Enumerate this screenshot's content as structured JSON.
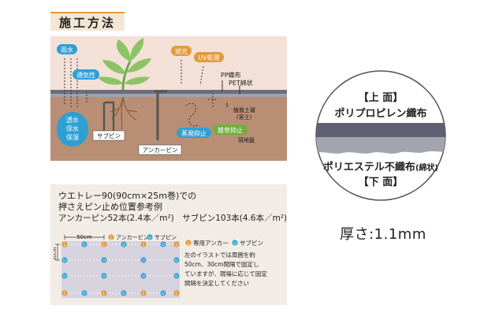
{
  "title": "施工方法",
  "diagram": {
    "rain": "雨水",
    "breathable": "通気性",
    "shading": "遮光",
    "uv": "UV処理",
    "pp_woven": "PP織布",
    "pet_fiber": "PET綿状",
    "bed_soil_1": "植栽土壌",
    "bed_soil_2": "(客土)",
    "drainage_1": "透水",
    "drainage_2": "保水",
    "drainage_3": "保湿",
    "u_pin": "サブピン",
    "evaporation": "蒸発抑止",
    "weed": "雑草抑止",
    "anchor_pin": "アンカーピン",
    "ground": "現地盤"
  },
  "pin_chart": {
    "heading_1": "ウエトレー90(90cm×25m巻)での",
    "heading_2": "押さえピン止め位置参考例",
    "counts": "アンカーピン52本(2.4本／m²)　サブピン103本(4.6本／m²)",
    "dim_x": "50cm",
    "dim_y": "30cm",
    "legend_anchor": "アンカーピン",
    "legend_u": "サブピン",
    "anchor_letter": "L",
    "u_letter": "U",
    "note_anchor": "専用アンカー",
    "note_u": "サブピン",
    "note_1": "左のイラストでは周囲を約",
    "note_2": "50cm、30cm間隔で固定し",
    "note_3": "ていますが、現場に応じて固定",
    "note_4": "間隔を決定してください"
  },
  "cross_section": {
    "top_label": "【上 面】",
    "top_material": "ポリプロピレン織布",
    "bottom_material": "ポリエステル不織布",
    "bottom_suffix": "(綿状)",
    "bottom_label": "【下 面】",
    "thickness": "厚さ:1.1mm"
  },
  "colors": {
    "accent_orange": "#e39a3a",
    "label_blue": "#2f9fd3",
    "soil": "#b58c73",
    "sheet_dark": "#5a5f6e",
    "sheet_mid": "#9aa0ae",
    "diagram_bg": "#efd9cf"
  }
}
